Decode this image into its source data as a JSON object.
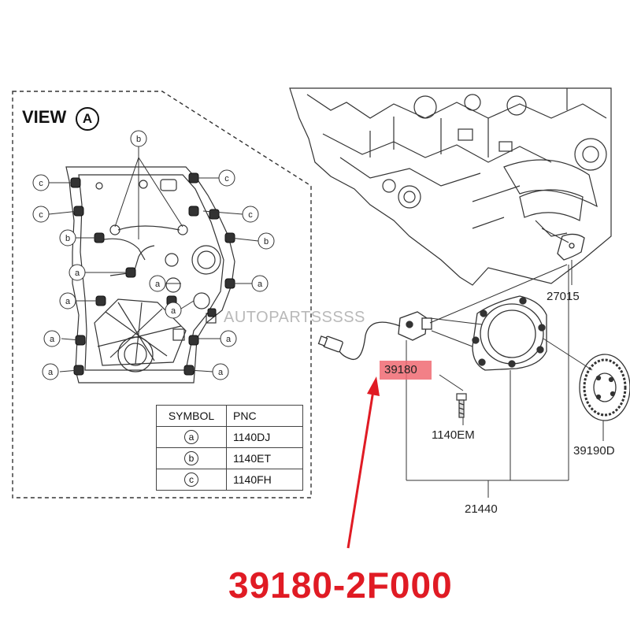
{
  "view": {
    "title": "VIEW",
    "letter": "A"
  },
  "watermark": "AUTOPARTSSSSS",
  "highlight_part": "39180",
  "part_number": "39180-2F000",
  "parts": {
    "p27015": "27015",
    "p1140EM": "1140EM",
    "p39190D": "39190D",
    "p21440": "21440"
  },
  "legend": {
    "header": [
      "SYMBOL",
      "PNC"
    ],
    "rows": [
      {
        "symbol": "a",
        "pnc": "1140DJ"
      },
      {
        "symbol": "b",
        "pnc": "1140ET"
      },
      {
        "symbol": "c",
        "pnc": "1140FH"
      }
    ]
  },
  "bubble_letters": {
    "a": "a",
    "b": "b",
    "c": "c"
  },
  "colors": {
    "accent_red": "#e01b24",
    "highlight": "#f06a72",
    "line": "#222222",
    "watermark": "#b9b9b9"
  }
}
